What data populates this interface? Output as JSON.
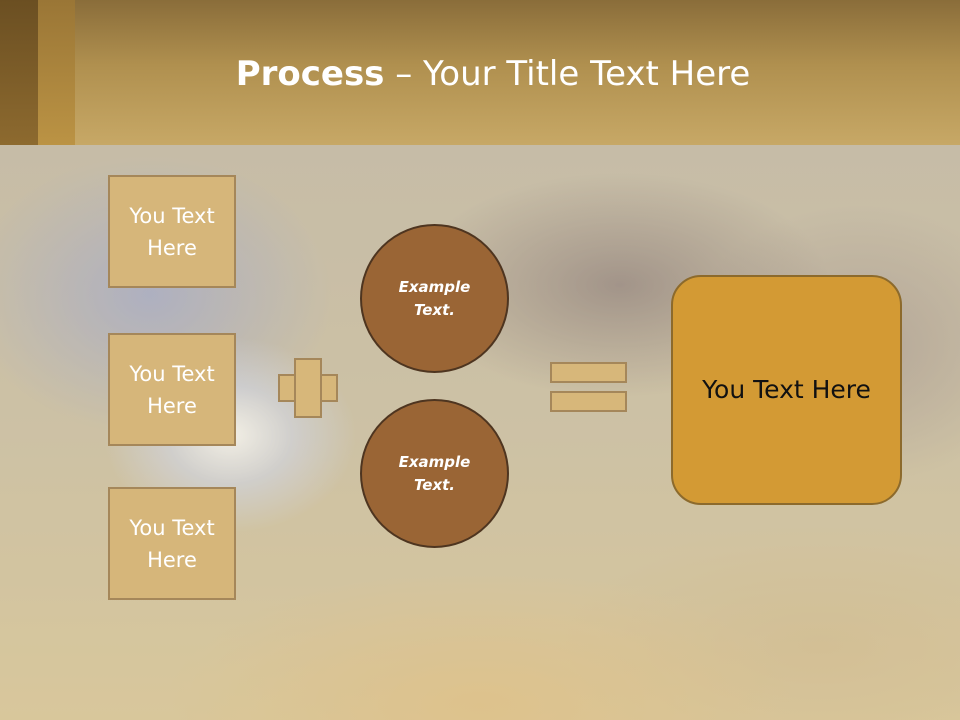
{
  "title": {
    "bold": "Process",
    "rest": " – Your Title Text Here"
  },
  "left_boxes": [
    {
      "label": "You Text Here"
    },
    {
      "label": "You Text Here"
    },
    {
      "label": "You Text Here"
    }
  ],
  "circles": [
    {
      "label": "Example Text."
    },
    {
      "label": "Example Text."
    }
  ],
  "result": {
    "label": "You Text Here"
  },
  "colors": {
    "header": "#c7a866",
    "box_fill": "#d6b67a",
    "circle_fill": "#9a6535",
    "result_fill": "#d39a34"
  }
}
